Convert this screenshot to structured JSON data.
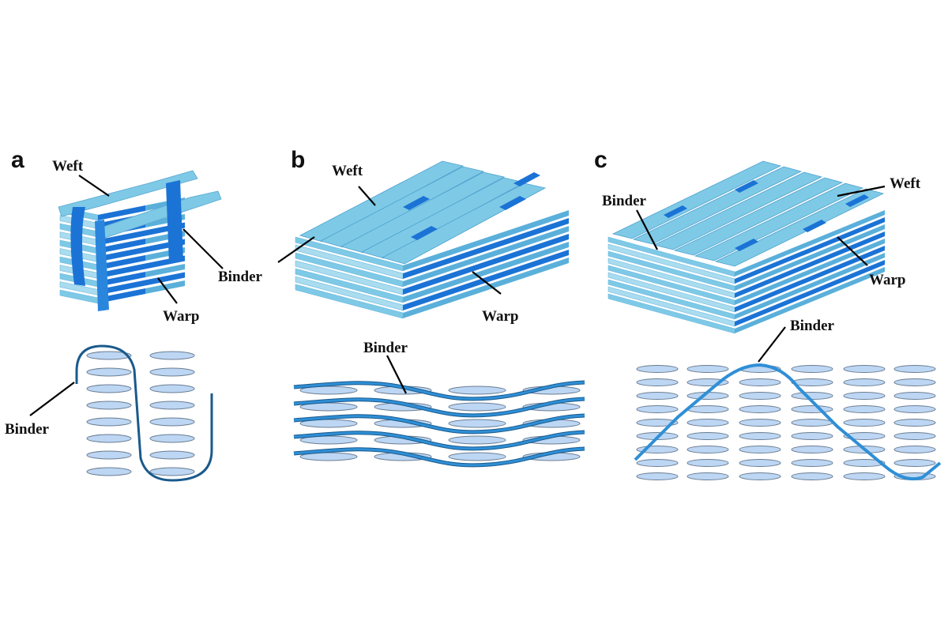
{
  "colors": {
    "tow_top": "#7ec9e6",
    "tow_side": "#5ab0da",
    "tow_dark": "#1b73d6",
    "tow_light": "#a9dcef",
    "section_fill": "#bcd6f3",
    "section_stroke": "#6b7d92",
    "binder_line": "#2f8fd6",
    "binder_edge": "#1a5a8c"
  },
  "panels": [
    {
      "id": "a",
      "letter": "a",
      "labels": {
        "weft": "Weft",
        "binder": "Binder",
        "warp": "Warp",
        "binder_section": "Binder"
      }
    },
    {
      "id": "b",
      "letter": "b",
      "labels": {
        "weft": "Weft",
        "binder": "Binder",
        "warp": "Warp",
        "binder_section": "Binder"
      }
    },
    {
      "id": "c",
      "letter": "c",
      "labels": {
        "weft": "Weft",
        "binder": "Binder",
        "warp": "Warp",
        "binder_section": "Binder"
      }
    }
  ]
}
